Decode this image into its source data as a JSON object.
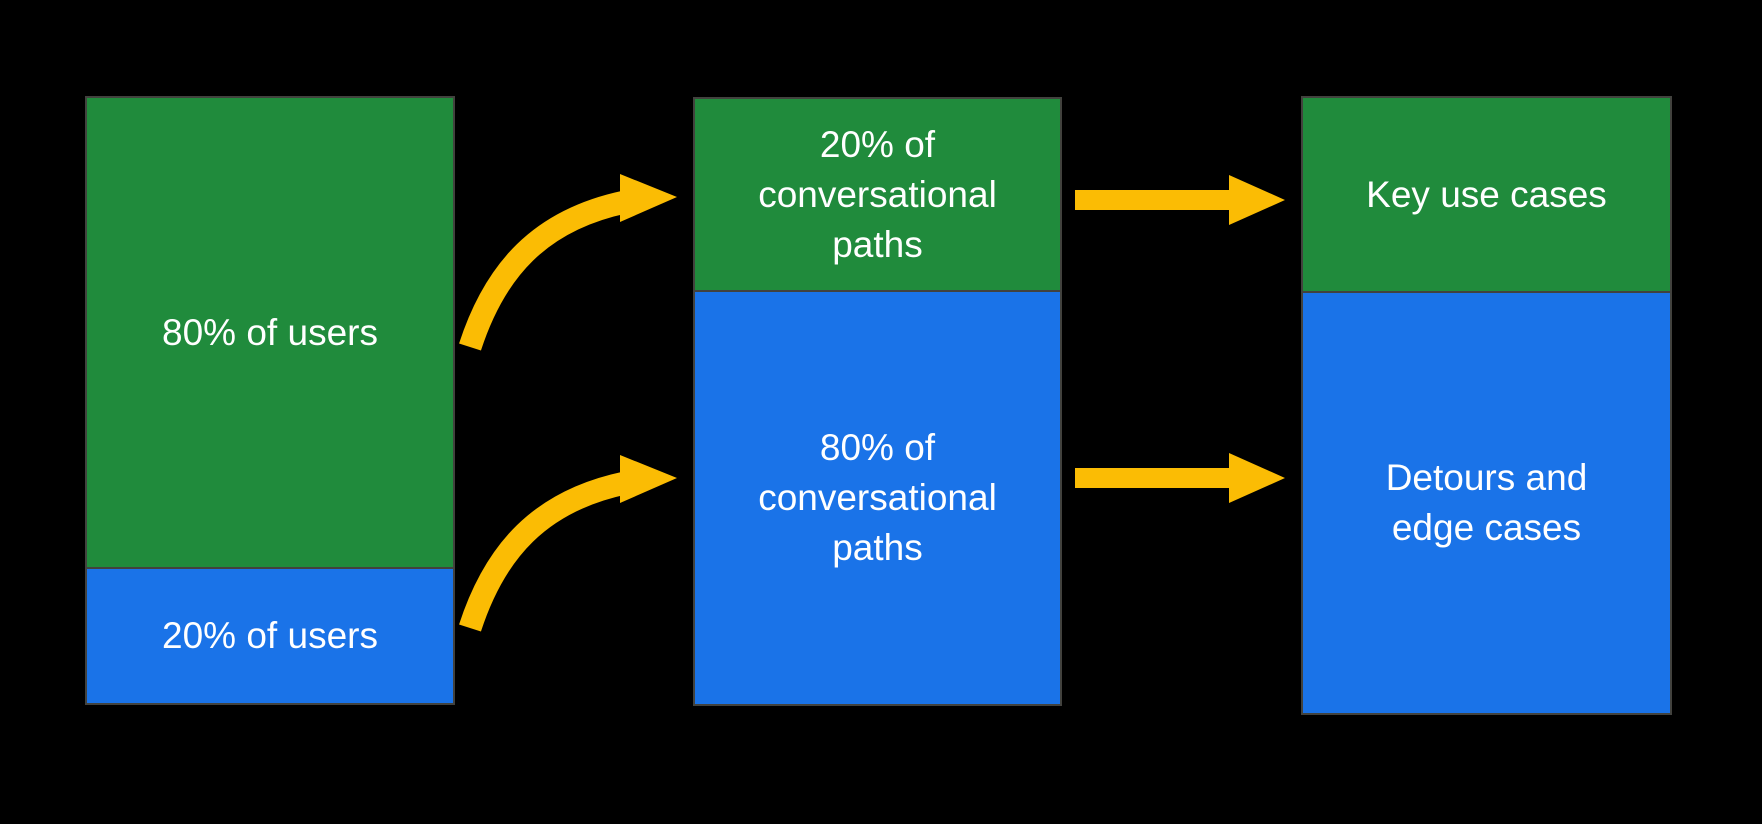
{
  "canvas": {
    "bg": "#000000"
  },
  "colors": {
    "green": "#208B3C",
    "blue": "#1A73E8",
    "arrow": "#FBBC04",
    "border": "#42423E",
    "text": "#FFFFFF"
  },
  "diagram": {
    "columns": [
      {
        "name": "users",
        "segments": [
          {
            "label": "80% of users",
            "color": "green"
          },
          {
            "label": "20% of users",
            "color": "blue"
          }
        ]
      },
      {
        "name": "conversational-paths",
        "segments": [
          {
            "label": "20% of\nconversational\npaths",
            "color": "green"
          },
          {
            "label": "80% of\nconversational\npaths",
            "color": "blue"
          }
        ]
      },
      {
        "name": "outcomes",
        "segments": [
          {
            "label": "Key use cases",
            "color": "green"
          },
          {
            "label": "Detours and\nedge cases",
            "color": "blue"
          }
        ]
      }
    ],
    "arrows": [
      {
        "name": "curved-arrow-top",
        "from": "80% of users",
        "to": "20% of conversational paths"
      },
      {
        "name": "curved-arrow-bottom",
        "from": "20% of users",
        "to": "80% of conversational paths"
      },
      {
        "name": "straight-arrow-top",
        "from": "20% of conversational paths",
        "to": "Key use cases"
      },
      {
        "name": "straight-arrow-bottom",
        "from": "80% of conversational paths",
        "to": "Detours and edge cases"
      }
    ]
  }
}
